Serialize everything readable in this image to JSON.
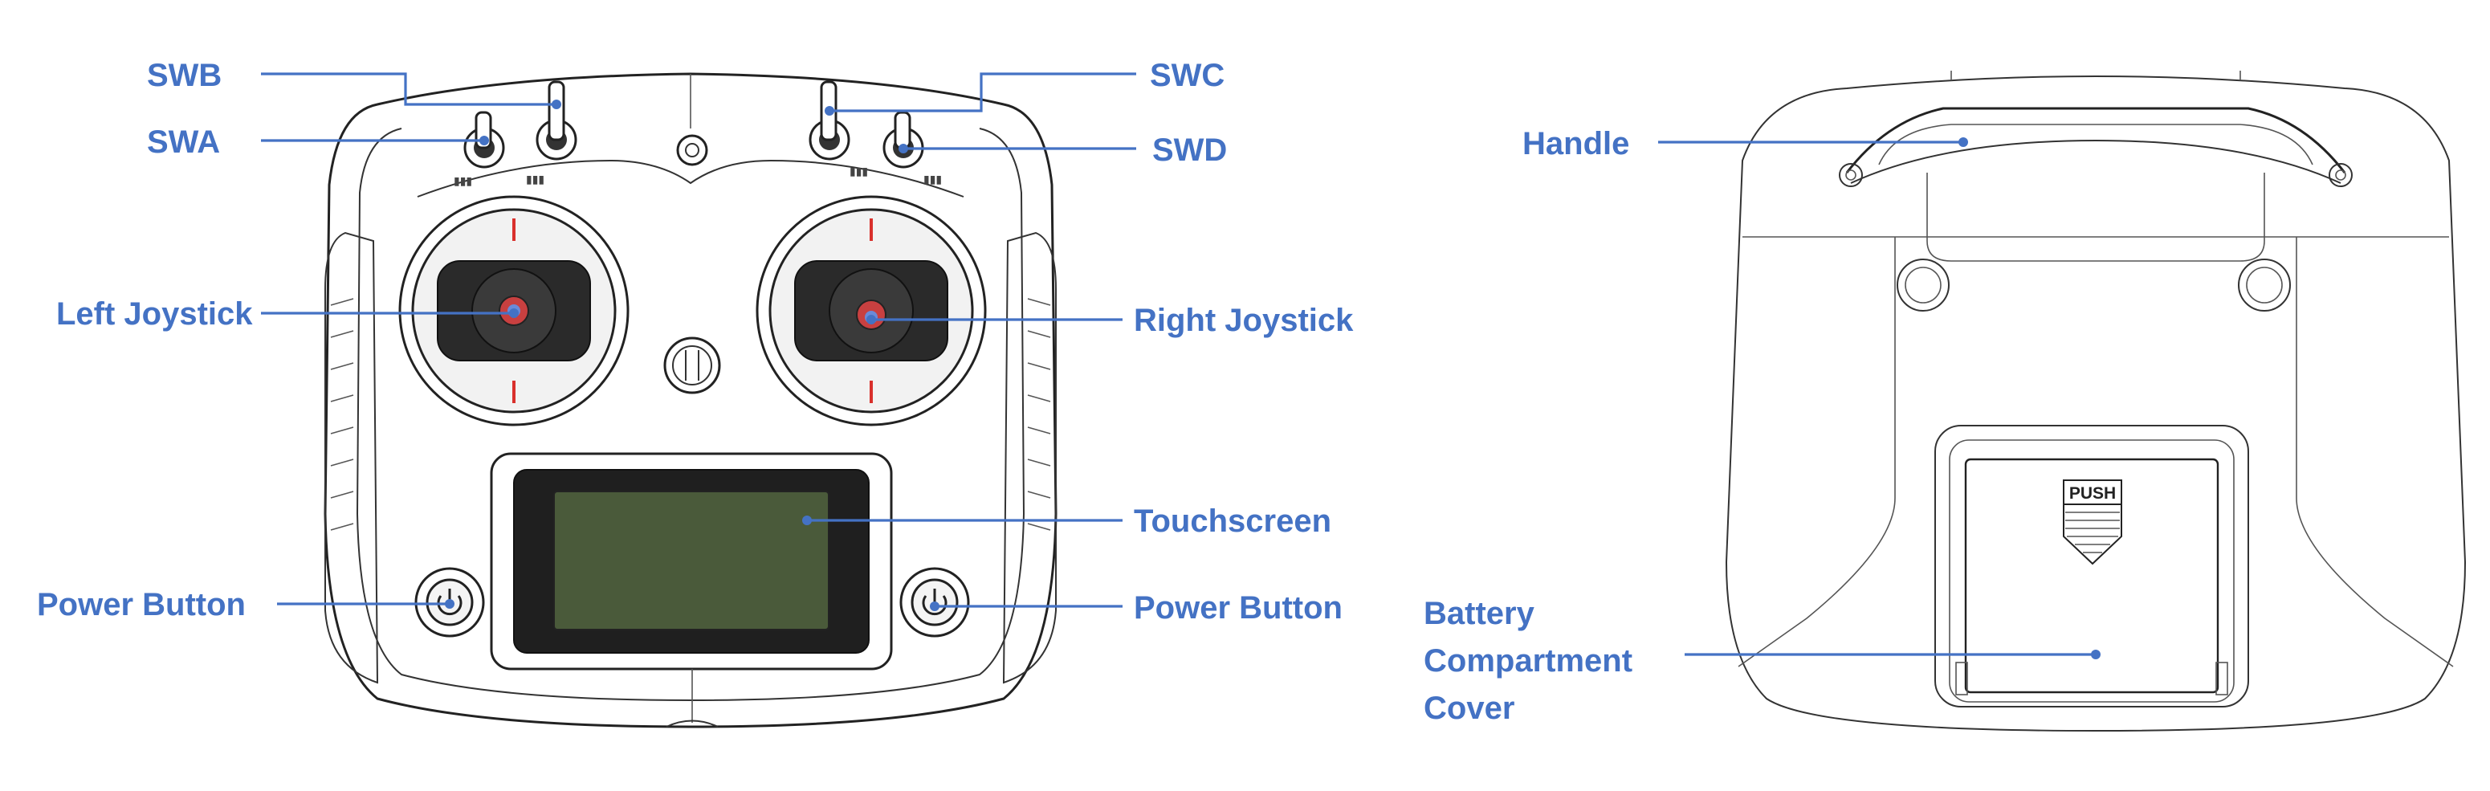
{
  "front_labels": {
    "swb": "SWB",
    "swa": "SWA",
    "swc": "SWC",
    "swd": "SWD",
    "left_joystick": "Left Joystick",
    "right_joystick": "Right Joystick",
    "touchscreen": "Touchscreen",
    "power_button_left": "Power Button",
    "power_button_right": "Power Button"
  },
  "back_labels": {
    "handle": "Handle",
    "battery_cover": [
      "Battery",
      "Compartment",
      "Cover"
    ]
  },
  "back_markings": {
    "push": "PUSH"
  },
  "colors": {
    "label": "#4472c4",
    "outline": "#222222",
    "screen": "#4a5a3a",
    "joystick_mark": "#d9302c"
  }
}
